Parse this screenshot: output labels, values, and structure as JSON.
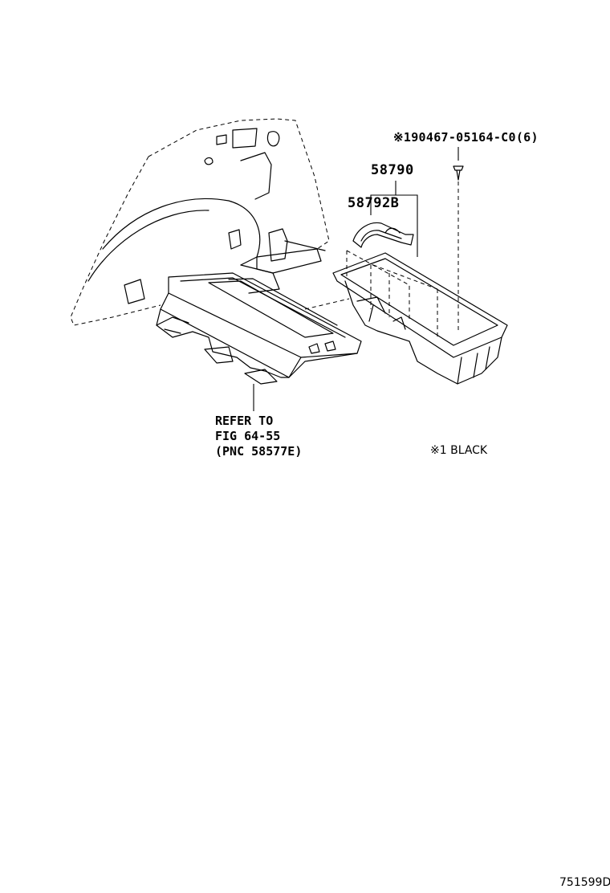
{
  "labels": {
    "screw_part": "※190467-05164-C0(6)",
    "box_assy_part": "58790",
    "cover_part": "58792B",
    "refer_line1": "REFER TO",
    "refer_line2": "FIG 64-55",
    "refer_line3": "(PNC 58577E)",
    "color_note": "※1 BLACK",
    "figure_id": "751599D"
  },
  "icons": {
    "screw": "screw-icon",
    "quarter_panel": "quarter-panel-drawing",
    "floor_trim": "floor-trim-drawing",
    "storage_box": "storage-box-drawing",
    "cover": "cover-drawing"
  }
}
